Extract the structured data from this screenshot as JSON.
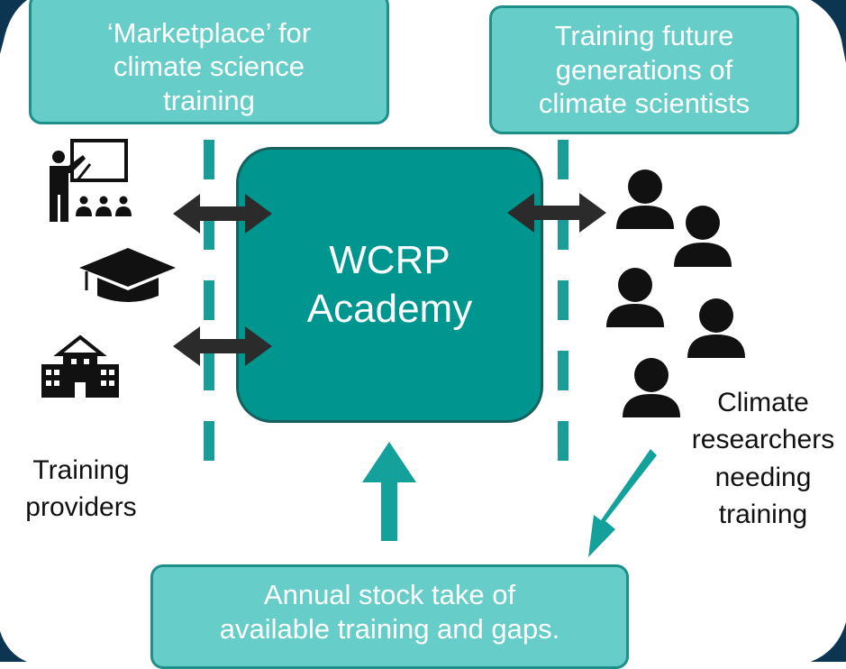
{
  "boxes": {
    "marketplace": {
      "line1": "‘Marketplace’ for",
      "line2": "climate science",
      "line3": "training"
    },
    "future": {
      "line1": "Training future",
      "line2": "generations of",
      "line3": "climate scientists"
    },
    "annual": {
      "line1": "Annual stock take of",
      "line2": "available training and gaps."
    }
  },
  "academy": {
    "line1": "WCRP",
    "line2": "Academy"
  },
  "labels": {
    "providers": {
      "line1": "Training",
      "line2": "providers"
    },
    "researchers": {
      "line1": "Climate",
      "line2": "researchers",
      "line3": "needing",
      "line4": "training"
    }
  },
  "icons": [
    "teacher-presentation-icon",
    "graduation-cap-icon",
    "school-building-icon",
    "person-icon"
  ],
  "colors": {
    "box_fill": "#66cdc9",
    "box_border": "#1f8f8a",
    "academy_fill": "#009690",
    "arrow_dark": "#2b2b2b",
    "arrow_teal": "#14a19b",
    "frame_dark": "#0b3550"
  }
}
